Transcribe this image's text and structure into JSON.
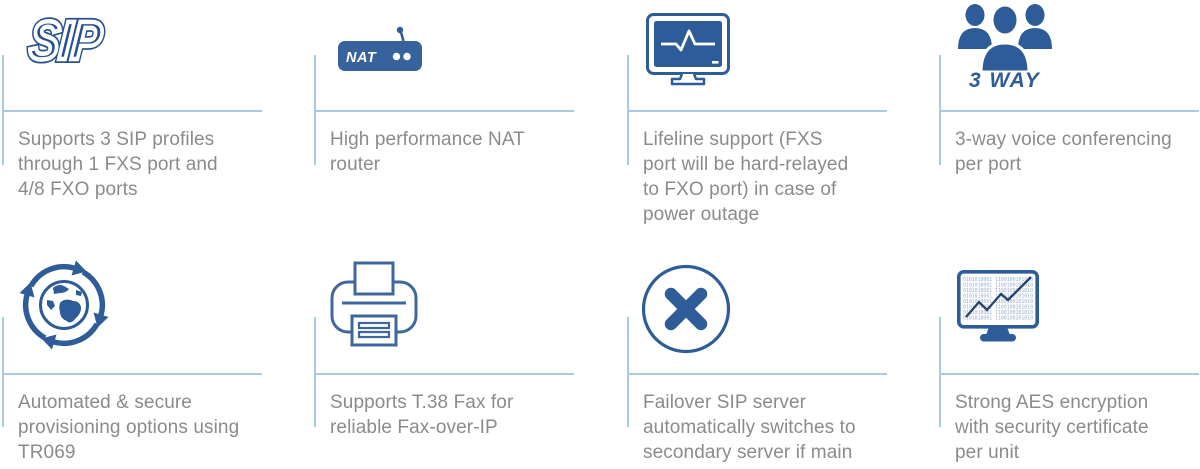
{
  "colors": {
    "icon_blue": "#2e5c98",
    "sip_logo_blue": "#27508e",
    "rule_line_blue": "#a9cbe0",
    "body_text_gray": "#8b8b8d",
    "binary_text_blue": "#97aecf",
    "trend_line_navy": "#27406e"
  },
  "features": [
    {
      "id": "sip-profiles",
      "icon": "sip-logo-icon",
      "icon_label": "SIP",
      "text": "Supports 3 SIP profiles\nthrough 1 FXS port and\n4/8 FXO ports"
    },
    {
      "id": "nat-router",
      "icon": "nat-router-icon",
      "icon_label": "NAT",
      "text": "High performance NAT\nrouter"
    },
    {
      "id": "lifeline-support",
      "icon": "monitor-heartbeat-icon",
      "text": "Lifeline support (FXS\nport will be hard-relayed\nto FXO port) in case of\npower outage"
    },
    {
      "id": "three-way-conferencing",
      "icon": "people-group-icon",
      "icon_label": "3 WAY",
      "text": "3-way voice conferencing\nper port"
    },
    {
      "id": "auto-provisioning",
      "icon": "globe-sync-icon",
      "text": "Automated & secure\nprovisioning options using\nTR069"
    },
    {
      "id": "t38-fax",
      "icon": "fax-printer-icon",
      "text": "Supports T.38 Fax for\nreliable Fax-over-IP"
    },
    {
      "id": "failover-sip-server",
      "icon": "x-circle-icon",
      "text": "Failover SIP server\nautomatically switches to\nsecondary server if main\nserver loses connection"
    },
    {
      "id": "aes-encryption",
      "icon": "monitor-binary-icon",
      "text": "Strong AES encryption\nwith security certificate\nper unit"
    }
  ],
  "binary_text": "0101010001 1100100101010"
}
